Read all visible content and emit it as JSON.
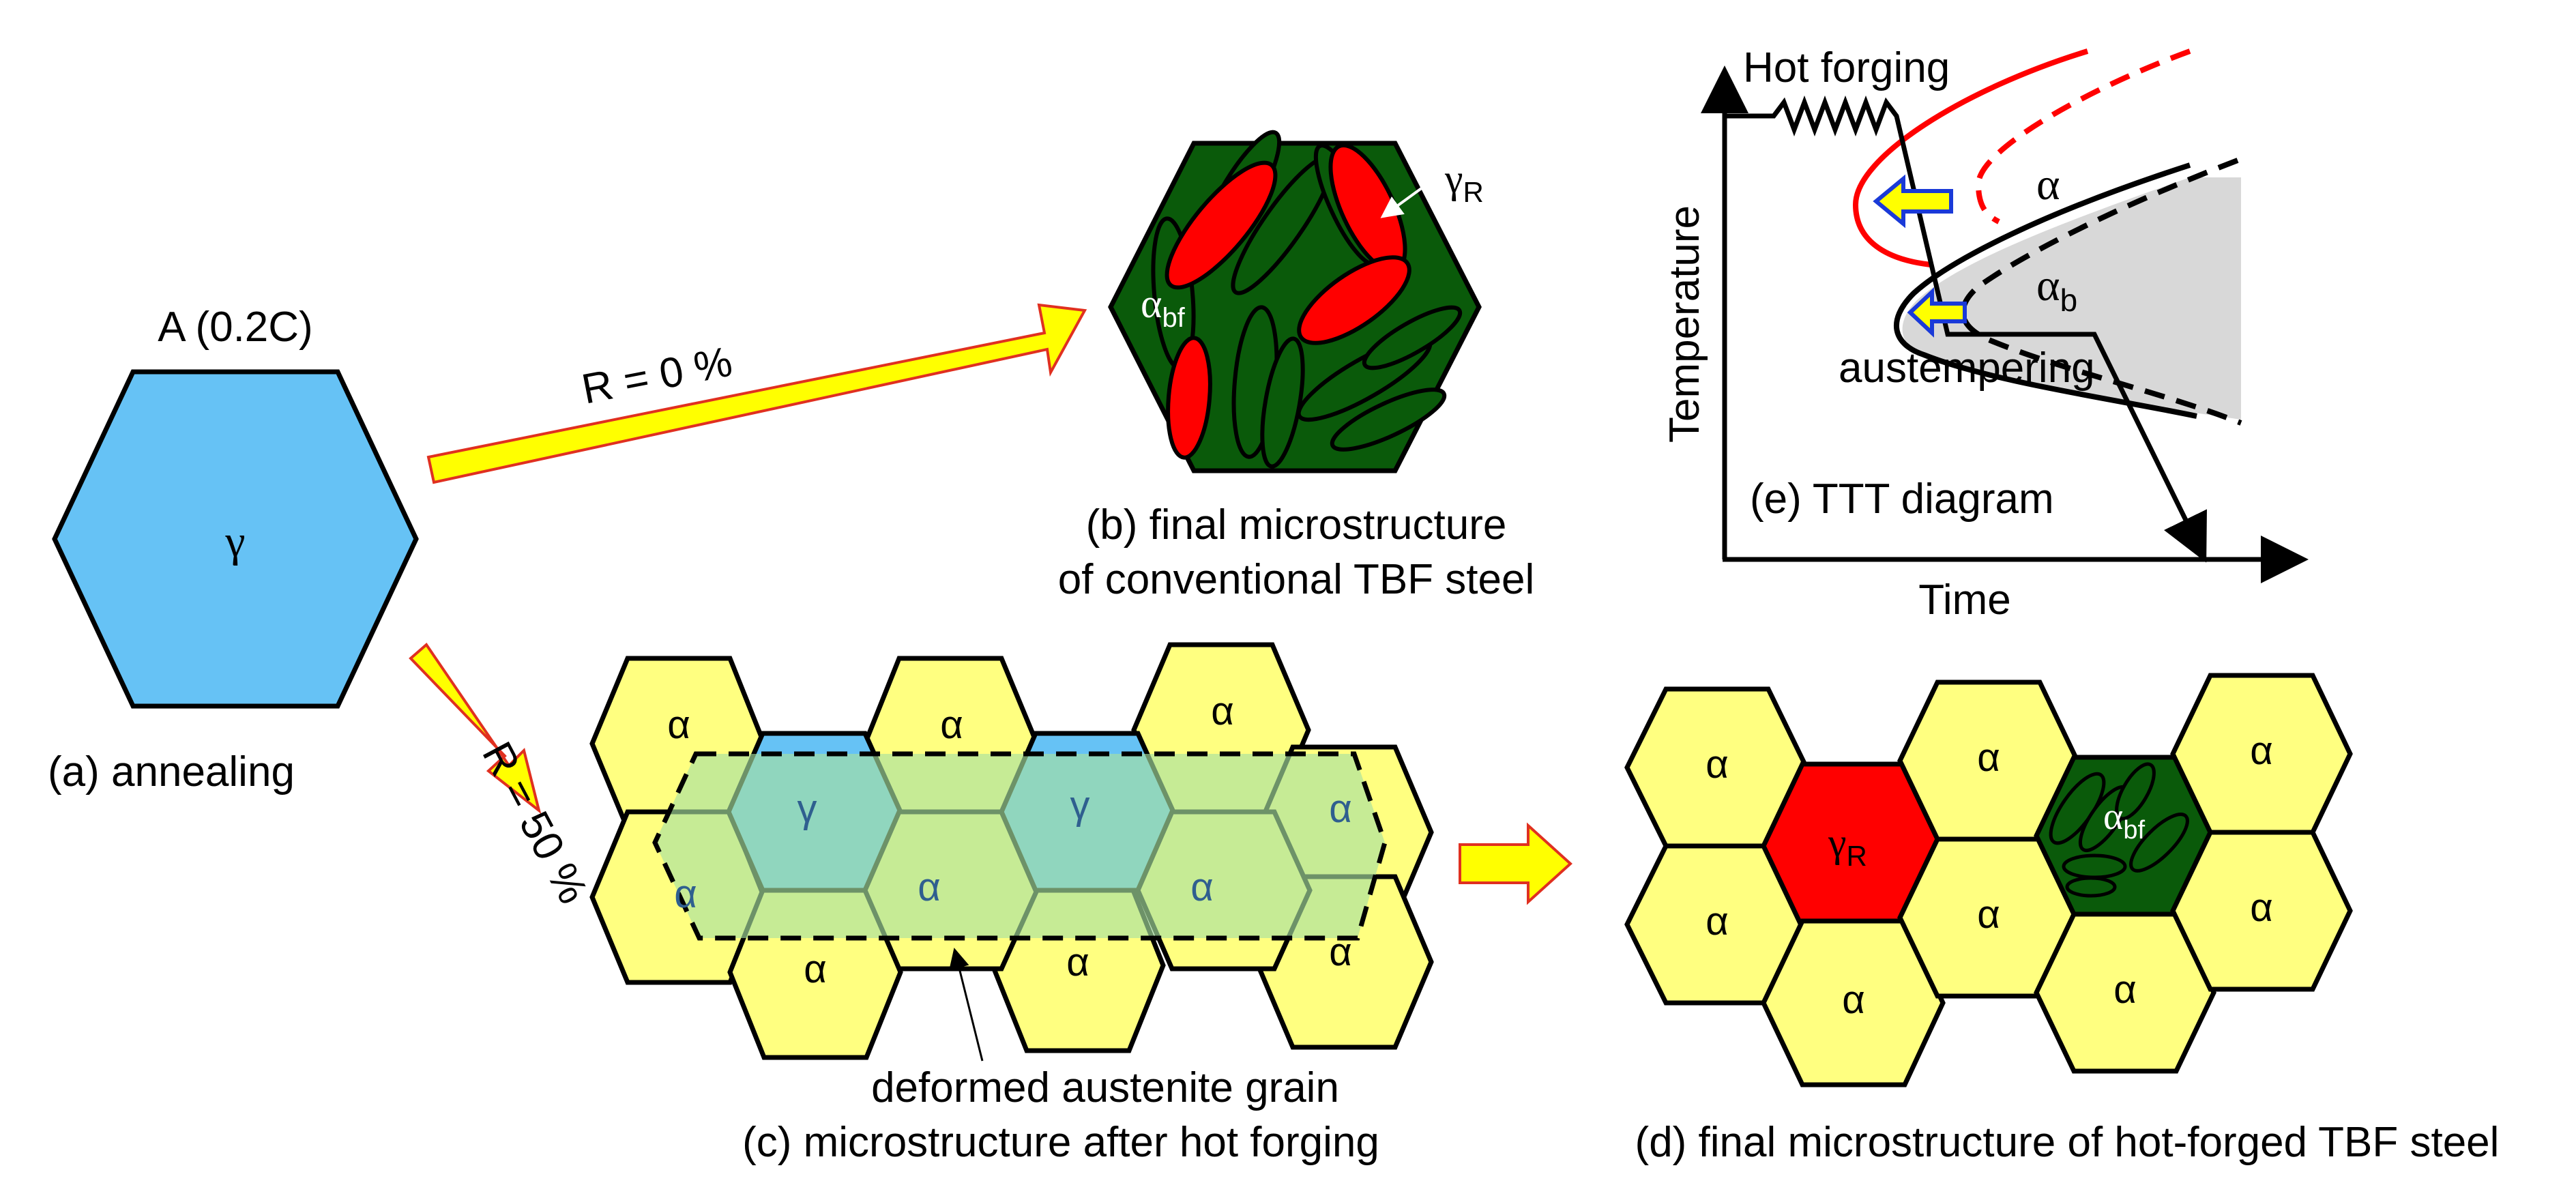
{
  "panel_a": {
    "label": "A (0.2C)",
    "phase": "γ",
    "caption": "(a) annealing"
  },
  "arrows": {
    "r0": "R = 0 %",
    "r50": "R = 50 %"
  },
  "panel_b": {
    "gamma_r": "γ",
    "gamma_r_sub": "R",
    "alpha_bf": "α",
    "alpha_bf_sub": "bf",
    "caption_line1": "(b) final microstructure",
    "caption_line2": "of conventional TBF steel"
  },
  "panel_c": {
    "phases": [
      "α",
      "α",
      "α",
      "α",
      "α",
      "α",
      "α",
      "α",
      "α",
      "α"
    ],
    "gamma": [
      "γ",
      "γ"
    ],
    "pointer_label": "deformed austenite grain",
    "caption": "(c) microstructure after hot forging"
  },
  "panel_d": {
    "alpha": "α",
    "gamma_r": "γ",
    "gamma_r_sub": "R",
    "alpha_bf": "α",
    "alpha_bf_sub": "bf",
    "caption": "(d) final microstructure of hot-forged TBF steel"
  },
  "panel_e": {
    "hot_forging": "Hot forging",
    "alpha": "α",
    "alpha_b": "α",
    "alpha_b_sub": "b",
    "austempering": "austempering",
    "caption": "(e) TTT diagram",
    "y_axis": "Temperature",
    "x_axis": "Time"
  },
  "colors": {
    "austenite_blue": "#66c2f5",
    "ferrite_yellow": "#ffff80",
    "bainite_green": "#0a5a0a",
    "retained_red": "#ff0000",
    "arrow_fill": "#ffff00",
    "arrow_edge": "#e03020",
    "deformed_green": "#a8e0a0"
  }
}
